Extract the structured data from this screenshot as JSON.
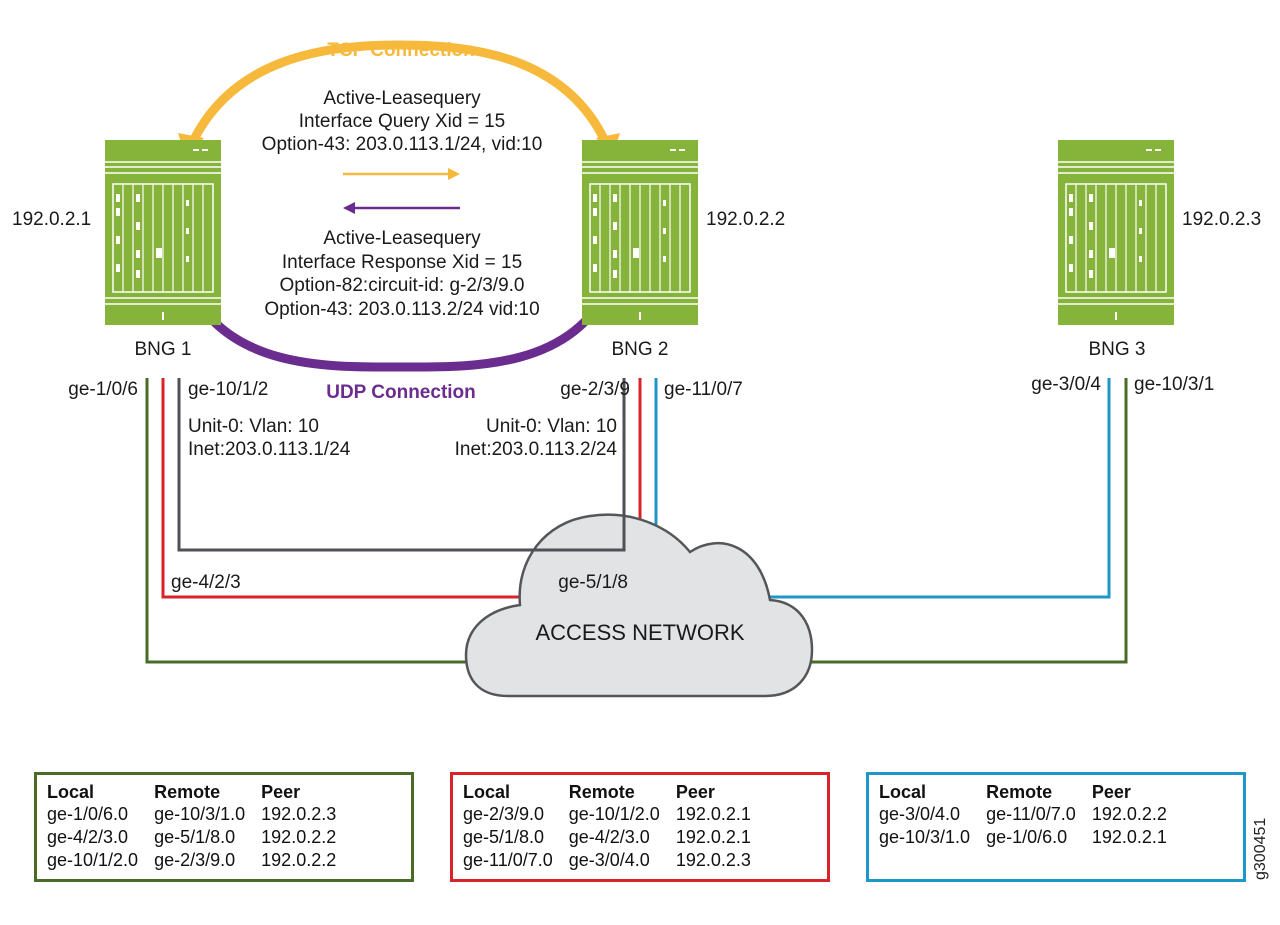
{
  "colors": {
    "tcp": "#f6b93b",
    "udp": "#6b2c8f",
    "router_green": "#86b33a",
    "link_green": "#4a6b26",
    "link_gray": "#505056",
    "link_red": "#d8232a",
    "link_blue": "#1d96c8",
    "cloud_fill": "#e2e3e5"
  },
  "connections": {
    "tcp_label": "TCP Connection",
    "udp_label": "UDP Connection",
    "query": [
      "Active-Leasequery",
      "Interface Query Xid = 15",
      "Option-43: 203.0.113.1/24, vid:10"
    ],
    "response": [
      "Active-Leasequery",
      "Interface Response Xid = 15",
      "Option-82:circuit-id: g-2/3/9.0",
      "Option-43: 203.0.113.2/24 vid:10"
    ]
  },
  "routers": [
    {
      "name": "BNG 1",
      "ip": "192.0.2.1"
    },
    {
      "name": "BNG 2",
      "ip": "192.0.2.2"
    },
    {
      "name": "BNG 3",
      "ip": "192.0.2.3"
    }
  ],
  "ports": {
    "bng1_left": "ge-1/0/6",
    "bng1_right": "ge-10/1/2",
    "bng2_left": "ge-2/3/9",
    "bng2_right": "ge-11/0/7",
    "bng3_left": "ge-3/0/4",
    "bng3_right": "ge-10/3/1",
    "access_left": "ge-4/2/3",
    "access_right": "ge-5/1/8"
  },
  "units": {
    "bng1": [
      "Unit-0: Vlan: 10",
      "Inet:203.0.113.1/24"
    ],
    "bng2": [
      "Unit-0: Vlan: 10",
      "Inet:203.0.113.2/24"
    ]
  },
  "cloud_label": "ACCESS NETWORK",
  "tables": [
    {
      "headers": [
        "Local",
        "Remote",
        "Peer"
      ],
      "rows": [
        [
          "ge-1/0/6.0",
          "ge-10/3/1.0",
          "192.0.2.3"
        ],
        [
          "ge-4/2/3.0",
          "ge-5/1/8.0",
          "192.0.2.2"
        ],
        [
          "ge-10/1/2.0",
          "ge-2/3/9.0",
          "192.0.2.2"
        ]
      ]
    },
    {
      "headers": [
        "Local",
        "Remote",
        "Peer"
      ],
      "rows": [
        [
          "ge-2/3/9.0",
          "ge-10/1/2.0",
          "192.0.2.1"
        ],
        [
          "ge-5/1/8.0",
          "ge-4/2/3.0",
          "192.0.2.1"
        ],
        [
          "ge-11/0/7.0",
          "ge-3/0/4.0",
          "192.0.2.3"
        ]
      ]
    },
    {
      "headers": [
        "Local",
        "Remote",
        "Peer"
      ],
      "rows": [
        [
          "ge-3/0/4.0",
          "ge-11/0/7.0",
          "192.0.2.2"
        ],
        [
          "ge-10/3/1.0",
          "ge-1/0/6.0",
          "192.0.2.1"
        ]
      ]
    }
  ],
  "figure_id": "g300451"
}
